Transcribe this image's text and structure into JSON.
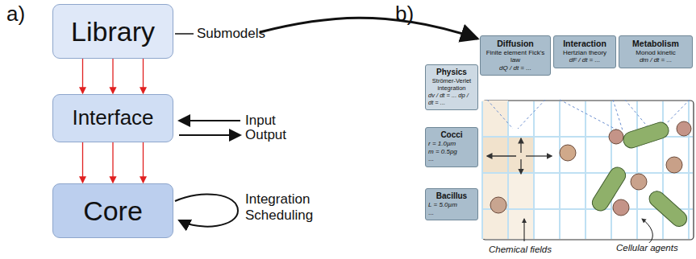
{
  "diagram": {
    "nodes": [
      {
        "text": [
          "Library"
        ]
      },
      {
        "text": [
          "Interface"
        ]
      },
      {
        "text": [
          "Core"
        ]
      },
      {
        "text": [
          "Diffusion",
          "Finite element Fick's law",
          "dQ / dt = ..."
        ]
      },
      {
        "text": [
          "Interaction",
          "Hertzian theory",
          "dF / dt = ..."
        ]
      },
      {
        "text": [
          "Metabolism",
          "Monod kinetic",
          "dm / dt = ..."
        ]
      },
      {
        "text": [
          "Physics",
          "Strömer-Verlet integration",
          "dv / dt = ... dp / dt = ..."
        ]
      },
      {
        "text": [
          "Cocci",
          "r = 1.0µm",
          "m = 0.5pg",
          "..."
        ]
      },
      {
        "text": [
          "Bacillus",
          "L = 5.0µm",
          "..."
        ]
      }
    ],
    "edges": [
      {
        "from": 0,
        "to": 1,
        "arrow": "to"
      },
      {
        "from": 0,
        "to": 1,
        "arrow": "to"
      },
      {
        "from": 0,
        "to": 1,
        "arrow": "to"
      },
      {
        "from": 1,
        "to": 2,
        "arrow": "to"
      },
      {
        "from": 1,
        "to": 2,
        "arrow": "to"
      },
      {
        "from": 1,
        "to": 2,
        "arrow": "to"
      }
    ],
    "labels": [
      "a)",
      "b)",
      "Submodels",
      "Input",
      "Output",
      "Integration Scheduling",
      "Chemical fields",
      "Cellular agents"
    ]
  }
}
